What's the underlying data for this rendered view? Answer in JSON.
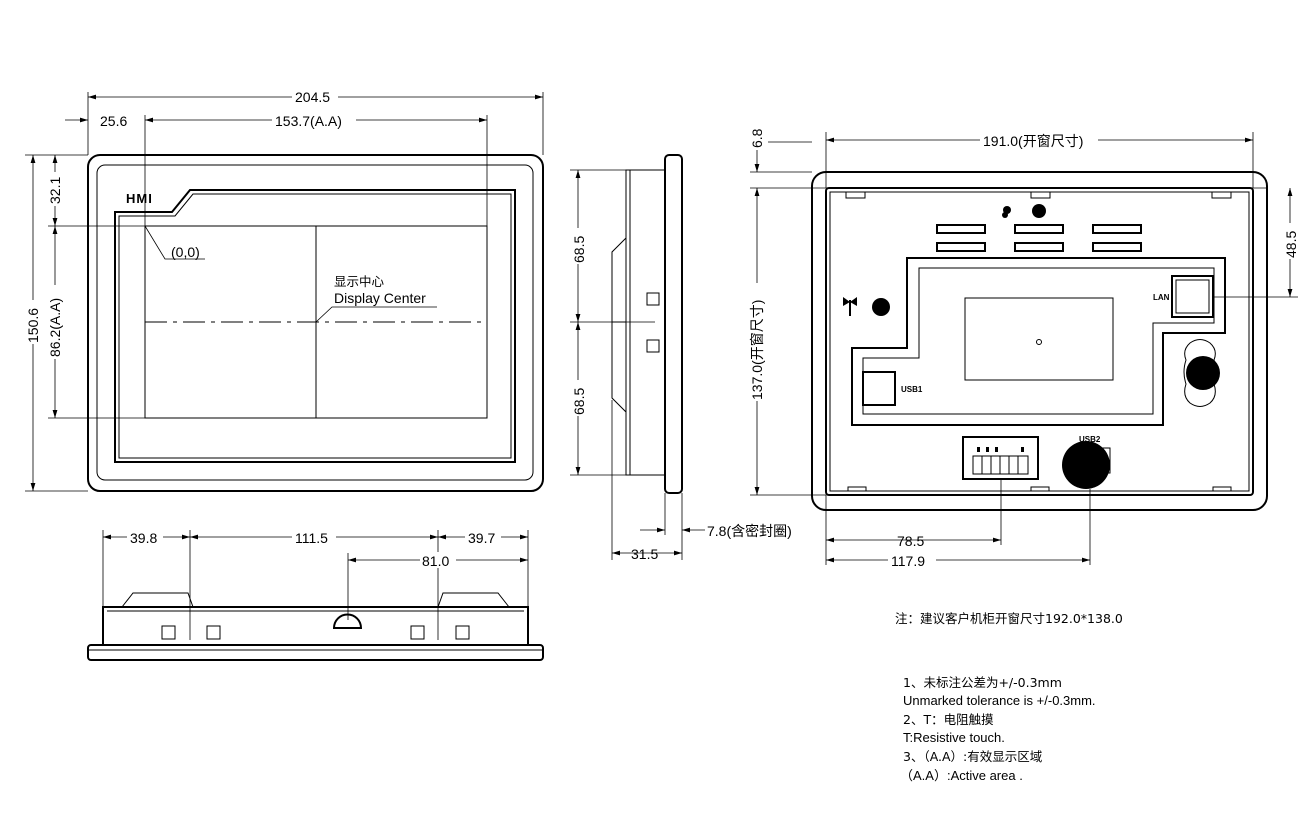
{
  "front_view": {
    "logo": "HMI",
    "origin_label": "(0,0)",
    "center_label_cn": "显示中心",
    "center_label_en": "Display Center",
    "dims": {
      "overall_width": "204.5",
      "left_offset": "25.6",
      "active_width": "153.7(A.A)",
      "overall_height": "150.6",
      "top_offset": "32.1",
      "active_height": "86.2(A.A)"
    }
  },
  "side_view": {
    "dims": {
      "upper_half": "68.5",
      "lower_half": "68.5",
      "depth": "31.5",
      "bezel": "7.8(含密封圈)"
    }
  },
  "bottom_view": {
    "dims": {
      "left": "39.8",
      "middle": "111.5",
      "right": "39.7",
      "usb_offset": "81.0"
    }
  },
  "back_view": {
    "labels": {
      "lan": "LAN",
      "usb1": "USB1",
      "usb2": "USB2"
    },
    "dims": {
      "cutout_width": "191.0(开窗尺寸)",
      "top_margin": "6.8",
      "cutout_height": "137.0(开窗尺寸)",
      "lan_offset": "48.5",
      "terminal_offset": "78.5",
      "usb2_offset": "117.9"
    }
  },
  "notes": {
    "cutout_note": "注：建议客户机柜开窗尺寸192.0*138.0",
    "items": [
      "1、未标注公差为+/-0.3mm",
      "Unmarked tolerance is +/-0.3mm.",
      "2、T：电阻触摸",
      "T:Resistive touch.",
      "3、（A.A）:有效显示区域",
      "（A.A）:Active area ."
    ]
  }
}
